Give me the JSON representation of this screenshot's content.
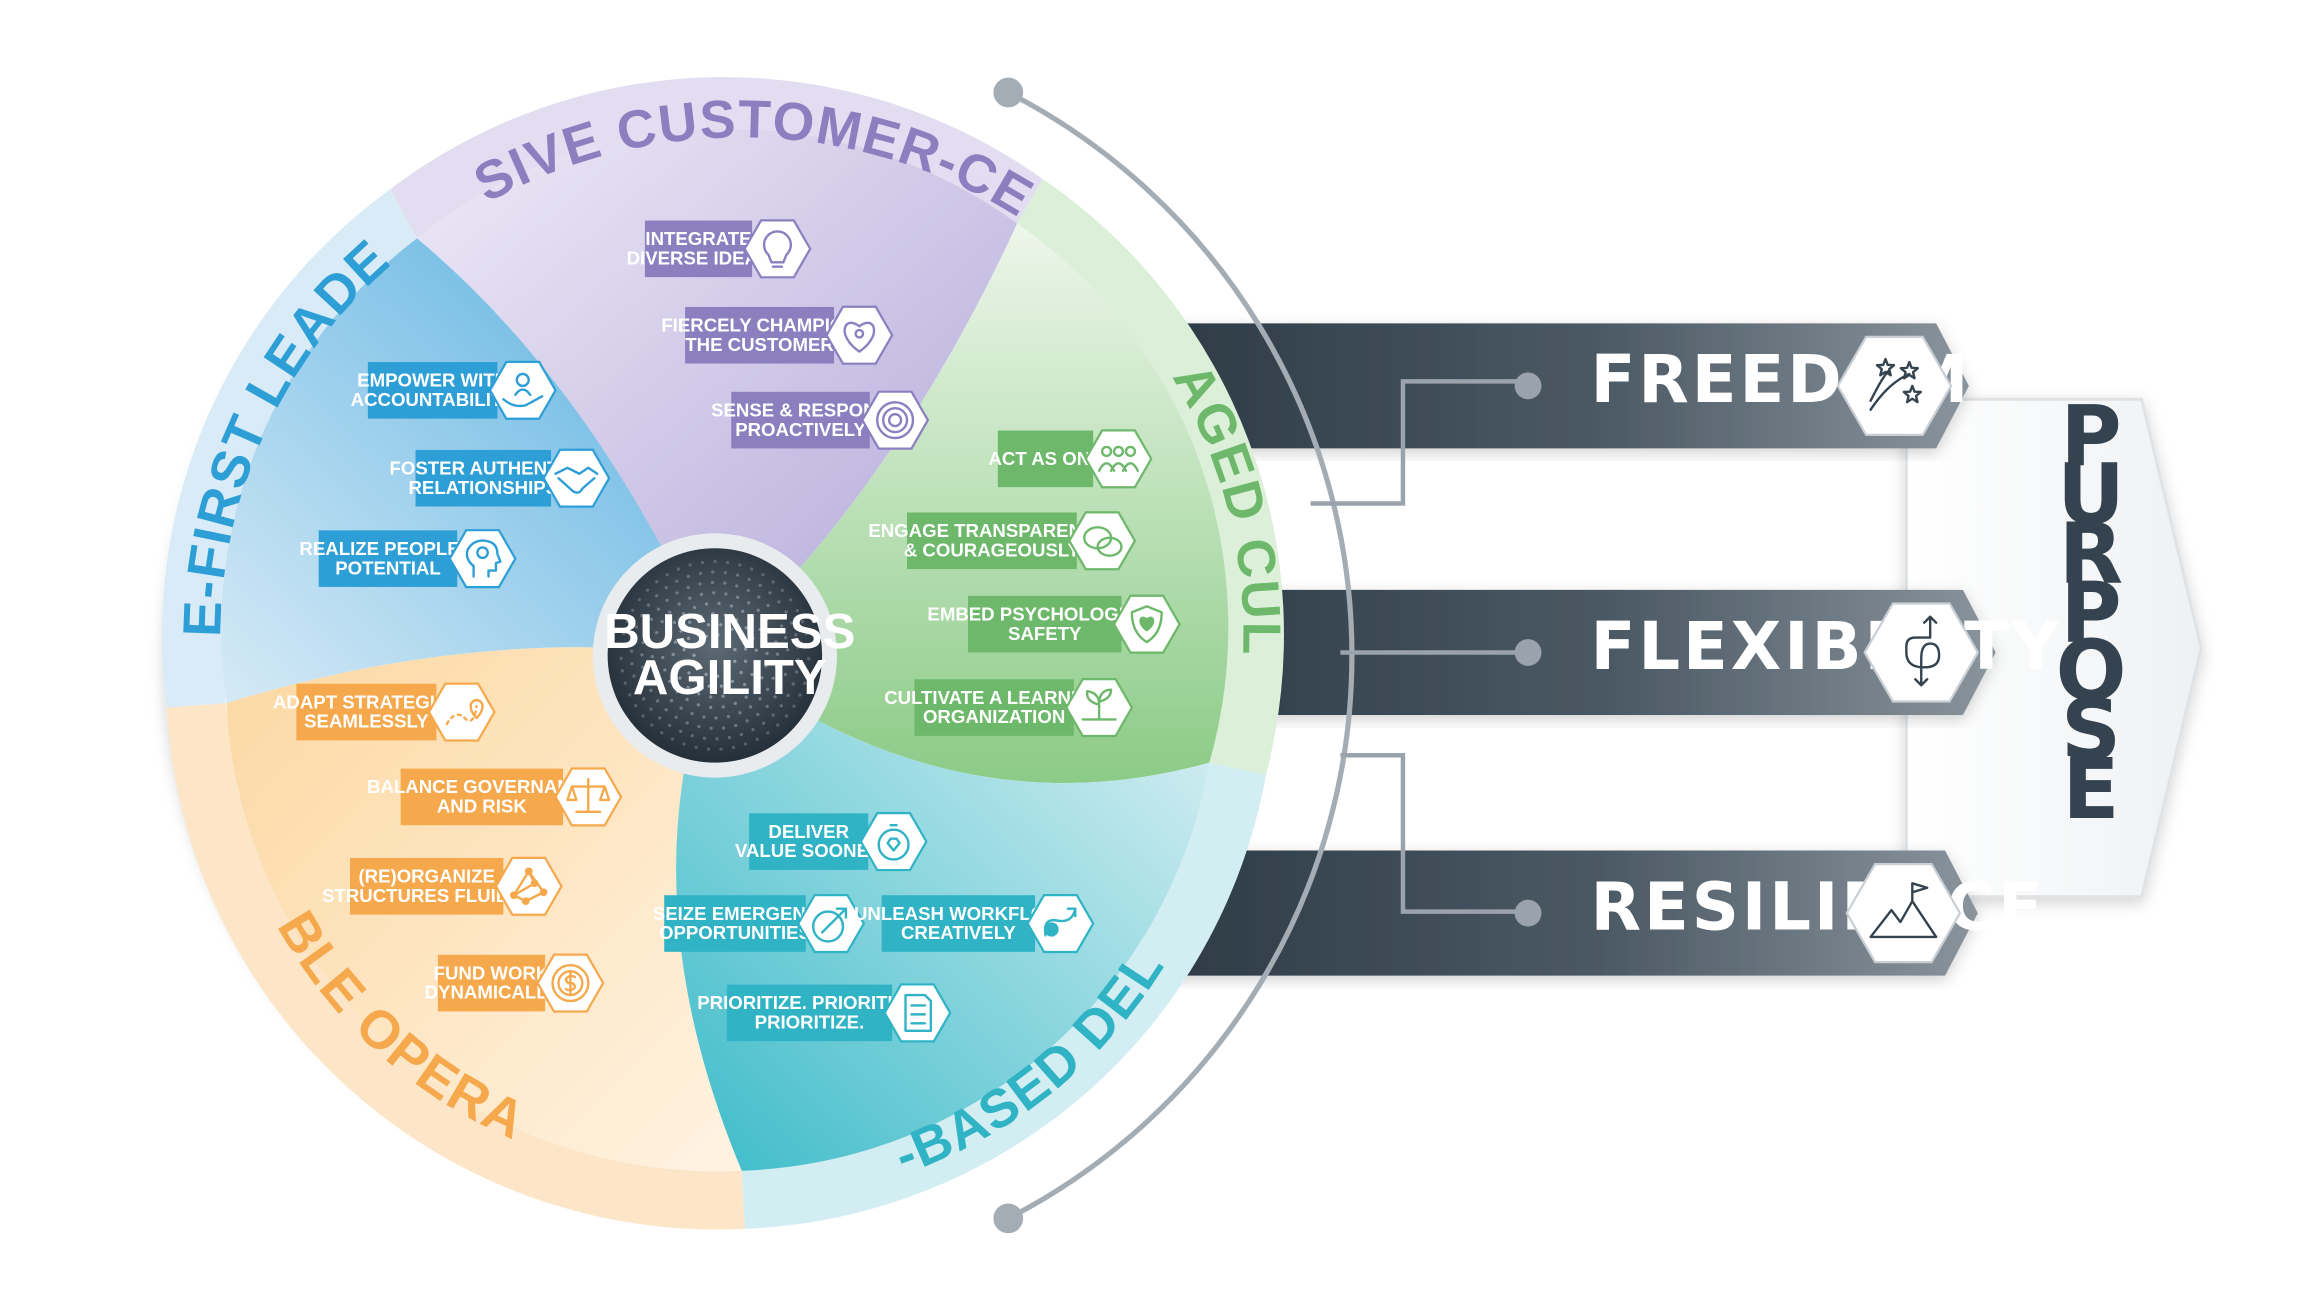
{
  "center": {
    "line1": "BUSINESS",
    "line2": "AGILITY"
  },
  "domains": {
    "responsive_customer_centricity": {
      "title": "RESPONSIVE CUSTOMER-CENTRICITY",
      "color": "#8b7fc0",
      "items": [
        {
          "lines": [
            "INTEGRATE",
            "DIVERSE IDEAS"
          ],
          "icon": "lightbulb-puzzle-icon"
        },
        {
          "lines": [
            "FIERCELY CHAMPION",
            "THE CUSTOMER"
          ],
          "icon": "heart-person-icon"
        },
        {
          "lines": [
            "SENSE & RESPOND",
            "PROACTIVELY"
          ],
          "icon": "radar-person-icon"
        }
      ]
    },
    "engaged_culture": {
      "title": "ENGAGED CULTURE",
      "color": "#6db86a",
      "items": [
        {
          "lines": [
            "ACT AS ONE"
          ],
          "icon": "group-icon"
        },
        {
          "lines": [
            "ENGAGE TRANSPARENTLY",
            "& COURAGEOUSLY"
          ],
          "icon": "speech-bubbles-icon"
        },
        {
          "lines": [
            "EMBED PSYCHOLOGICAL",
            "SAFETY"
          ],
          "icon": "shield-heart-icon"
        },
        {
          "lines": [
            "CULTIVATE A LEARNING",
            "ORGANIZATION"
          ],
          "icon": "plant-book-icon"
        }
      ]
    },
    "value_based_delivery": {
      "title": "VALUE-BASED DELIVERY",
      "color": "#2fb3c5",
      "items": [
        {
          "lines": [
            "DELIVER",
            "VALUE SOONER"
          ],
          "icon": "stopwatch-diamond-icon"
        },
        {
          "lines": [
            "SEIZE EMERGENT",
            "OPPORTUNITIES"
          ],
          "icon": "target-arrow-icon"
        },
        {
          "lines": [
            "UNLEASH WORKFLOW",
            "CREATIVELY"
          ],
          "icon": "workflow-arrow-icon"
        },
        {
          "lines": [
            "PRIORITIZE. PRIORITIZE.",
            "PRIORITIZE."
          ],
          "icon": "numbered-list-icon"
        }
      ]
    },
    "flexible_operations": {
      "title": "FLEXIBLE OPERATIONS",
      "color": "#f5a94c",
      "items": [
        {
          "lines": [
            "ADAPT STRATEGIES",
            "SEAMLESSLY"
          ],
          "icon": "map-route-icon"
        },
        {
          "lines": [
            "BALANCE GOVERNANCE",
            "AND RISK"
          ],
          "icon": "scales-icon"
        },
        {
          "lines": [
            "(RE)ORGANIZE",
            "STRUCTURES FLUIDLY"
          ],
          "icon": "network-icon"
        },
        {
          "lines": [
            "FUND WORK",
            "DYNAMICALLY"
          ],
          "icon": "dollar-coin-icon"
        }
      ]
    },
    "people_first_leadership": {
      "title": "PEOPLE-FIRST LEADERSHIP",
      "color": "#2e9fd6",
      "items": [
        {
          "lines": [
            "EMPOWER WITH",
            "ACCOUNTABILITY"
          ],
          "icon": "hand-person-icon"
        },
        {
          "lines": [
            "FOSTER AUTHENTIC",
            "RELATIONSHIPS"
          ],
          "icon": "handshake-icon"
        },
        {
          "lines": [
            "REALIZE PEOPLE'S",
            "POTENTIAL"
          ],
          "icon": "head-gear-icon"
        }
      ]
    }
  },
  "outcomes": [
    {
      "label": "FREEDOM",
      "icon": "shooting-stars-icon"
    },
    {
      "label": "FLEXIBILITY",
      "icon": "flexible-arrows-icon"
    },
    {
      "label": "RESILIENCE",
      "icon": "mountain-flag-icon"
    }
  ],
  "purpose": {
    "label": "PURPOSE"
  },
  "colors": {
    "dark_slate": "#34434f",
    "gray_connector": "#9aa3ab"
  }
}
